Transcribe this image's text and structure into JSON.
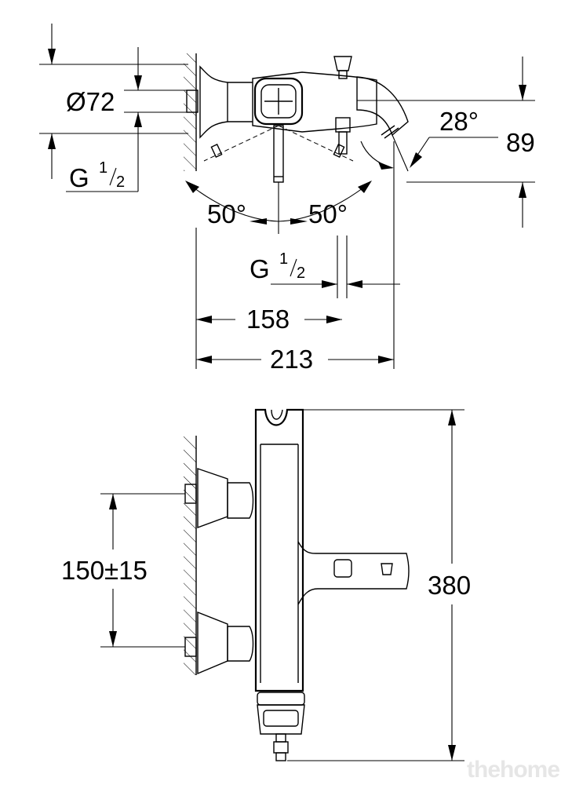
{
  "top_view": {
    "diameter": "Ø72",
    "thread_left": {
      "base": "G",
      "num": "1",
      "den": "2"
    },
    "thread_right": {
      "base": "G",
      "num": "1",
      "den": "2"
    },
    "angle_left": "50°",
    "angle_right": "50°",
    "angle_spout": "28°",
    "height_spout": "89",
    "width_mid": "158",
    "width_total": "213"
  },
  "front_view": {
    "inlet_spacing": "150±15",
    "body_height": "380"
  },
  "watermark": "thehome"
}
